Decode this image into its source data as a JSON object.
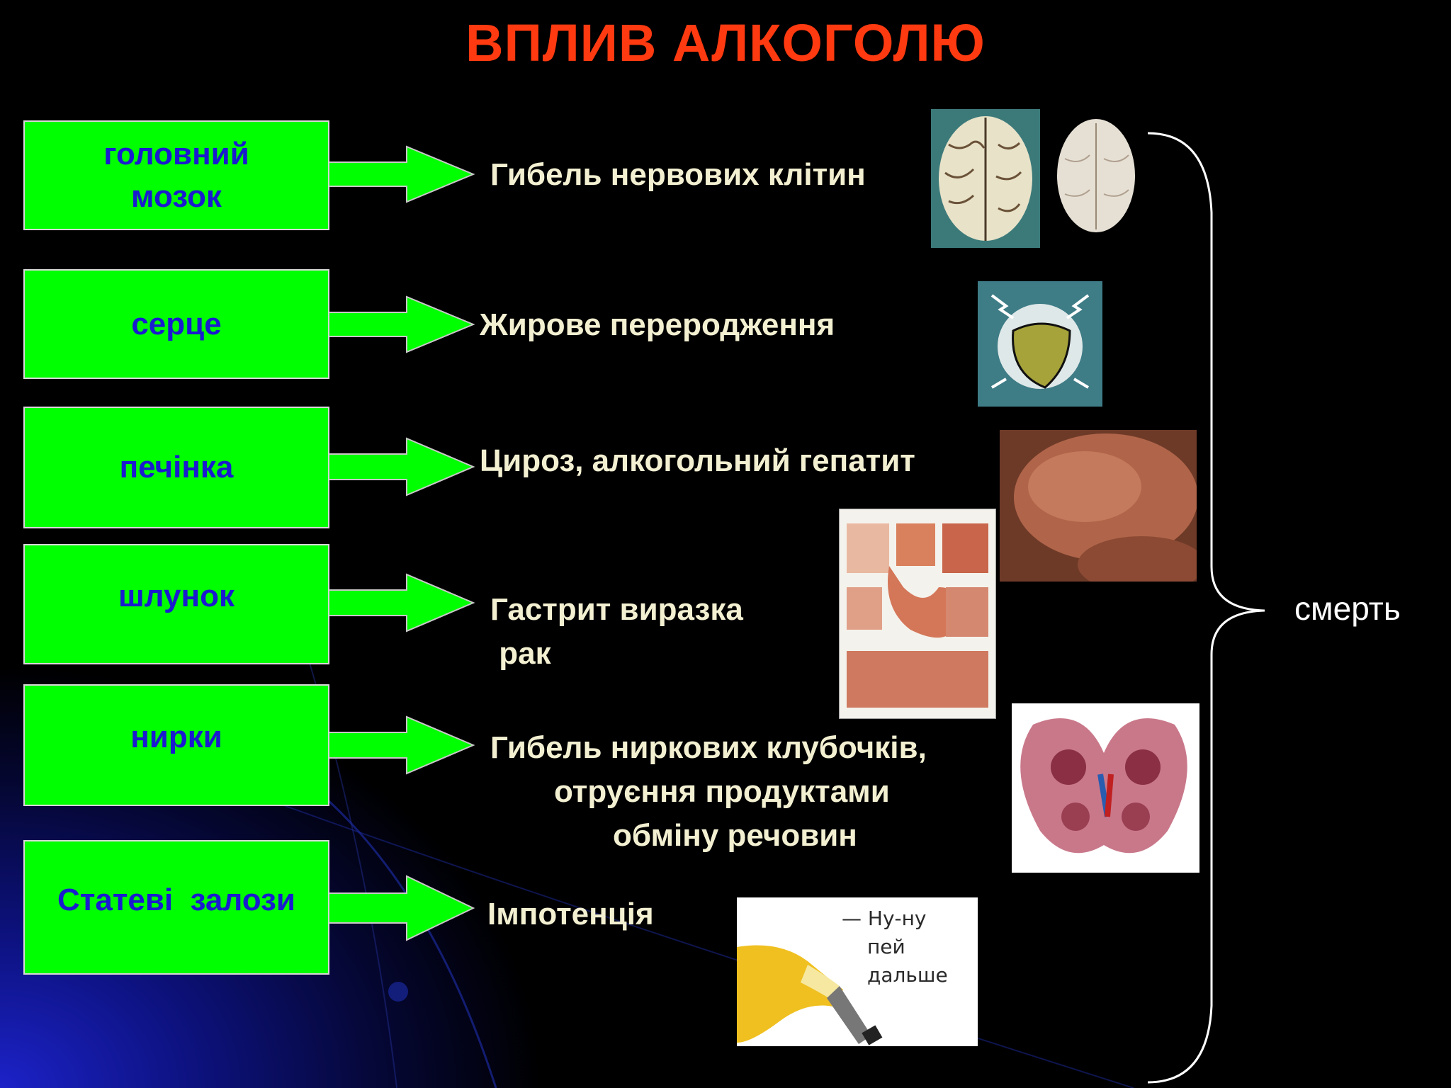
{
  "title": "ВПЛИВ АЛКОГОЛЮ",
  "rows": [
    {
      "organ_lines": [
        "головний",
        "мозок"
      ],
      "effect_lines": [
        "Гибель нервових клітин"
      ]
    },
    {
      "organ_lines": [
        "серце"
      ],
      "effect_lines": [
        "Жирове переродження"
      ]
    },
    {
      "organ_lines": [
        "печінка"
      ],
      "effect_lines": [
        "Цироз, алкогольний гепатит"
      ]
    },
    {
      "organ_lines": [
        "шлунок"
      ],
      "effect_lines": [
        "Гастрит виразка",
        " рак"
      ]
    },
    {
      "organ_lines": [
        "нирки"
      ],
      "effect_lines": [
        "Гибель ниркових клубочків,",
        "отруєння продуктами",
        "обміну речовин"
      ]
    },
    {
      "organ_lines": [
        "Статеві  залози"
      ],
      "effect_lines": [
        "Імпотенція"
      ]
    }
  ],
  "outcome": "смерть",
  "cartoon": {
    "caption_line1": "— Ну-ну",
    "caption_line2": "пей дальше"
  },
  "colors": {
    "title": "#ff3a10",
    "organ_box": "#00ff00",
    "organ_text": "#1a1ad0",
    "effect_text": "#f3f0d2",
    "background": "#000000"
  },
  "icons": [
    "brain-icon",
    "heart-icon",
    "liver-icon",
    "stomach-icon",
    "kidney-icon",
    "bottle-icon"
  ]
}
